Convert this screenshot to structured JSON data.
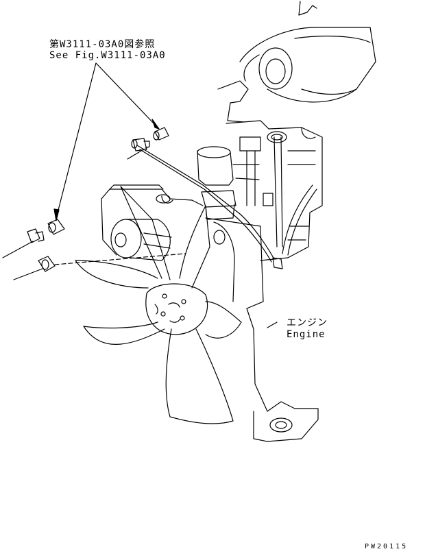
{
  "labels": {
    "reference_jp": "第W3111-03A0図参照",
    "reference_en": "See Fig.W3111-03A0",
    "engine_jp": "エンジン",
    "engine_en": "Engine",
    "drawing_code": "PW20115"
  },
  "colors": {
    "ink": "#000000",
    "paper": "#ffffff"
  }
}
